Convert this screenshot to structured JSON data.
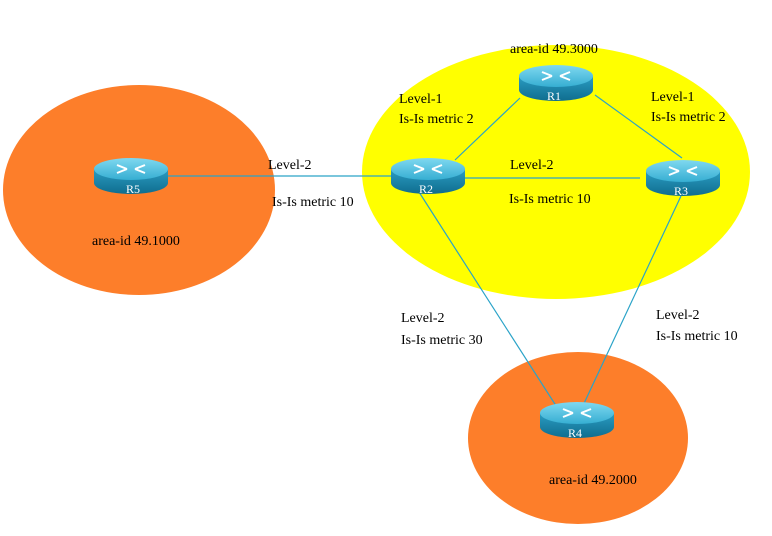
{
  "colors": {
    "area_core": "#ffff00",
    "area_edge": "#fd7e2a",
    "link": "#2aa3c8",
    "router_body": "#1f8fb5",
    "router_top": "#4fc3e3"
  },
  "areas": [
    {
      "id": "area-49-3000",
      "label": "area-id 49.3000",
      "color": "area_core"
    },
    {
      "id": "area-49-1000",
      "label": "area-id 49.1000",
      "color": "area_edge"
    },
    {
      "id": "area-49-2000",
      "label": "area-id 49.2000",
      "color": "area_edge"
    }
  ],
  "routers": [
    {
      "id": "R1",
      "label": "R1",
      "icon": "router-icon"
    },
    {
      "id": "R2",
      "label": "R2",
      "icon": "router-icon"
    },
    {
      "id": "R3",
      "label": "R3",
      "icon": "router-icon"
    },
    {
      "id": "R4",
      "label": "R4",
      "icon": "router-icon"
    },
    {
      "id": "R5",
      "label": "R5",
      "icon": "router-icon"
    }
  ],
  "links": [
    {
      "from": "R5",
      "to": "R2",
      "level": "Level-2",
      "metric": "Is-Is metric 10"
    },
    {
      "from": "R2",
      "to": "R1",
      "level": "Level-1",
      "metric": "Is-Is metric 2"
    },
    {
      "from": "R1",
      "to": "R3",
      "level": "Level-1",
      "metric": "Is-Is metric 2"
    },
    {
      "from": "R2",
      "to": "R3",
      "level": "Level-2",
      "metric": "Is-Is metric 10"
    },
    {
      "from": "R2",
      "to": "R4",
      "level": "Level-2",
      "metric": "Is-Is metric 30"
    },
    {
      "from": "R3",
      "to": "R4",
      "level": "Level-2",
      "metric": "Is-Is metric 10"
    }
  ]
}
